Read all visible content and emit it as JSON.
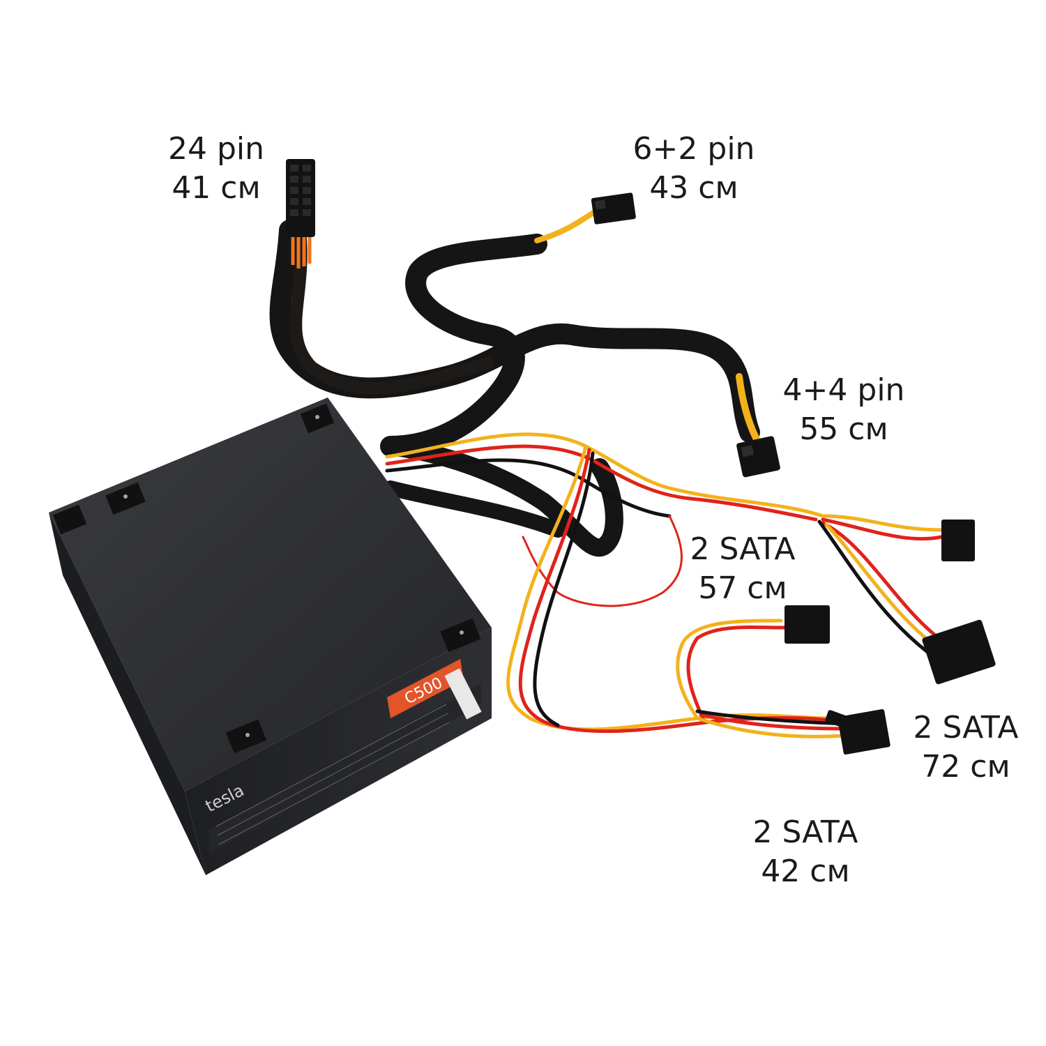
{
  "scene": {
    "subject": "computer power supply unit with cables",
    "brand_logo": "tesla",
    "model_badge": "C500",
    "colors": {
      "background": "#ffffff",
      "psu_body": "#2b2c2f",
      "badge": "#e2552b",
      "sleeve": "#151515",
      "wire_yellow": "#f2b21b",
      "wire_red": "#e0231b",
      "wire_black": "#111111",
      "wire_orange": "#f0741e"
    }
  },
  "labels": {
    "atx24": {
      "line1": "24 pin",
      "line2": "41 см"
    },
    "pcie": {
      "line1": "6+2 pin",
      "line2": "43 см"
    },
    "cpu": {
      "line1": "4+4 pin",
      "line2": "55 см"
    },
    "sata57": {
      "line1": "2 SATA",
      "line2": "57 см"
    },
    "sata72": {
      "line1": "2 SATA",
      "line2": "72 см"
    },
    "sata42": {
      "line1": "2 SATA",
      "line2": "42 см"
    }
  }
}
